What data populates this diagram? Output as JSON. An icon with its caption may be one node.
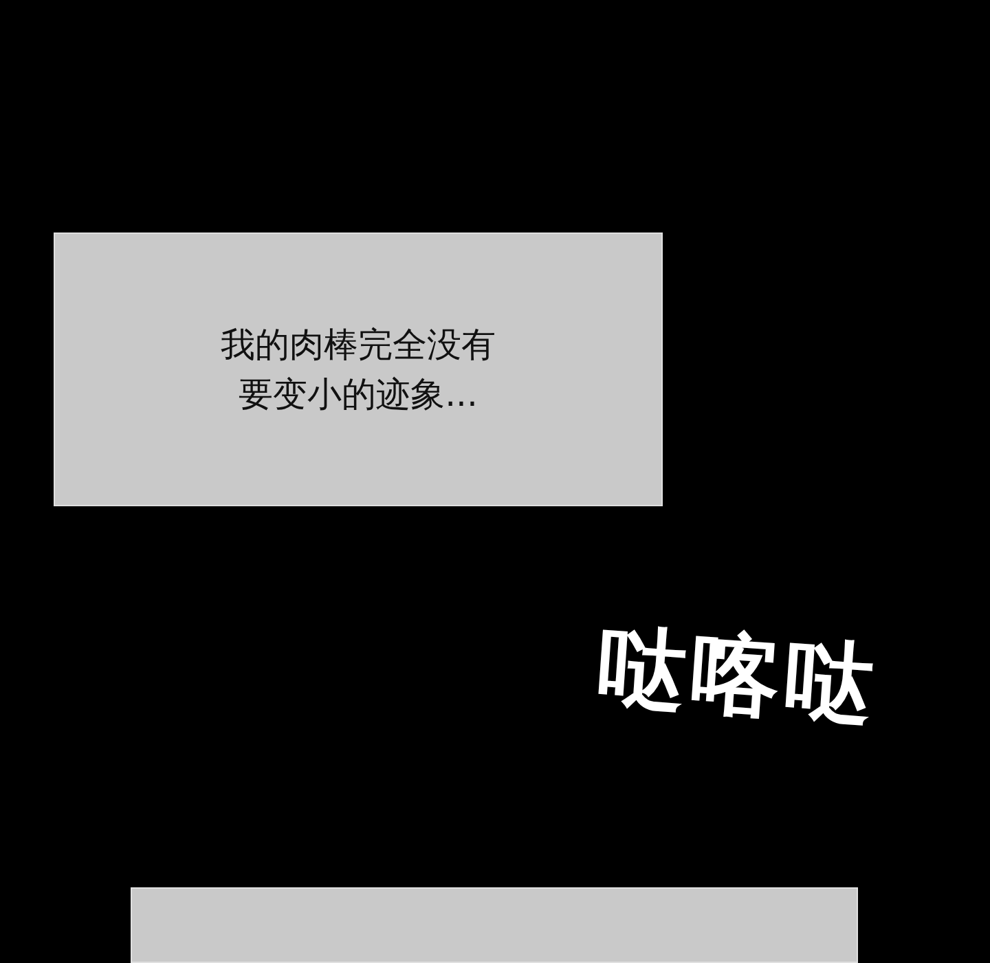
{
  "diagram": {
    "nodes": [
      {
        "text": [
          "我的肉棒完全没有要变小的迹象..."
        ]
      },
      {
        "text": [],
        "shape": "box"
      }
    ],
    "labels": [
      "哒喀哒"
    ]
  }
}
